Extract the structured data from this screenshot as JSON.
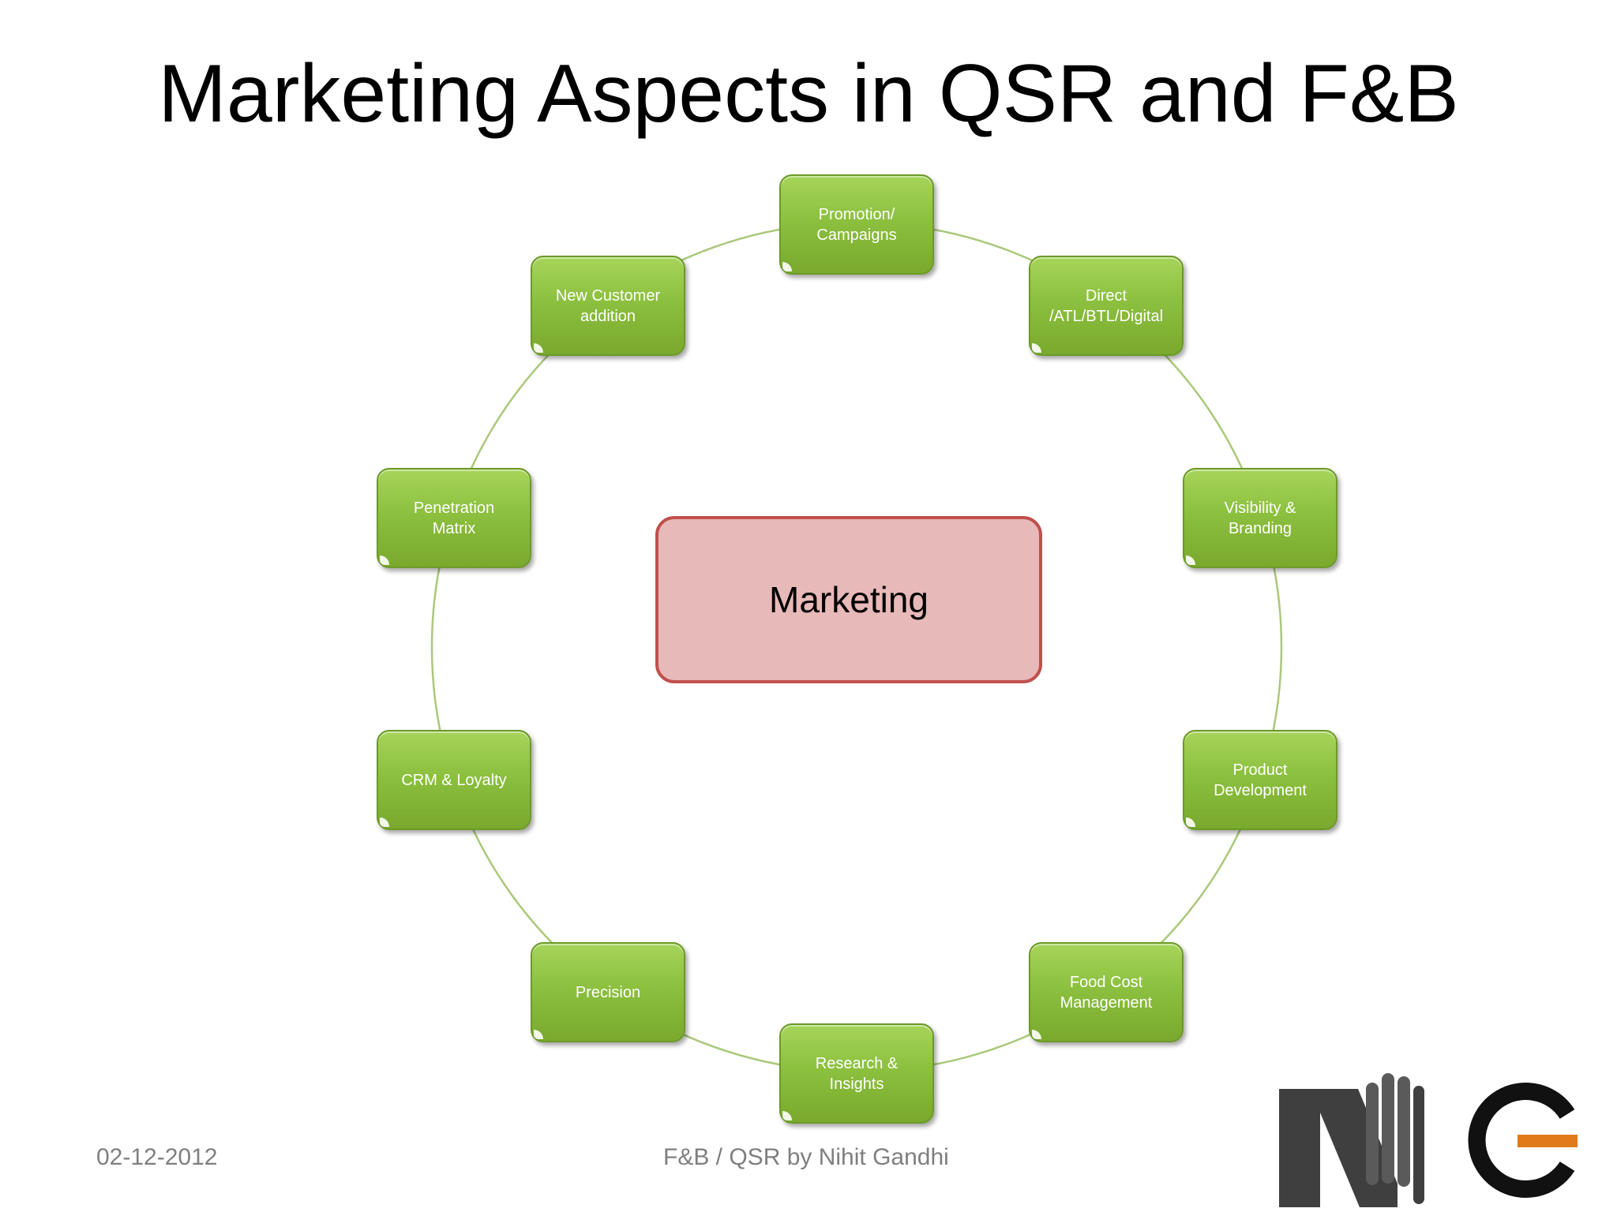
{
  "slide": {
    "title": "Marketing Aspects in QSR and F&B",
    "center": "Marketing",
    "footer_date": "02-12-2012",
    "footer_center": "F&B / QSR by Nihit Gandhi"
  },
  "nodes": [
    "Promotion/\nCampaigns",
    "Direct\n/ATL/BTL/Digital",
    "Visibility &\nBranding",
    "Product\nDevelopment",
    "Food Cost\nManagement",
    "Research &\nInsights",
    "Precision",
    "CRM & Loyalty",
    "Penetration\nMatrix",
    "New Customer\naddition"
  ],
  "colors": {
    "node_fill": "#8cc03f",
    "ring_line": "#a9c97a",
    "center_fill": "#e8b9b9",
    "center_border": "#c0504d",
    "logo_dark": "#3f3f3f",
    "logo_accent": "#e07b1b"
  },
  "logo": {
    "icon": "nc-logo-icon"
  }
}
